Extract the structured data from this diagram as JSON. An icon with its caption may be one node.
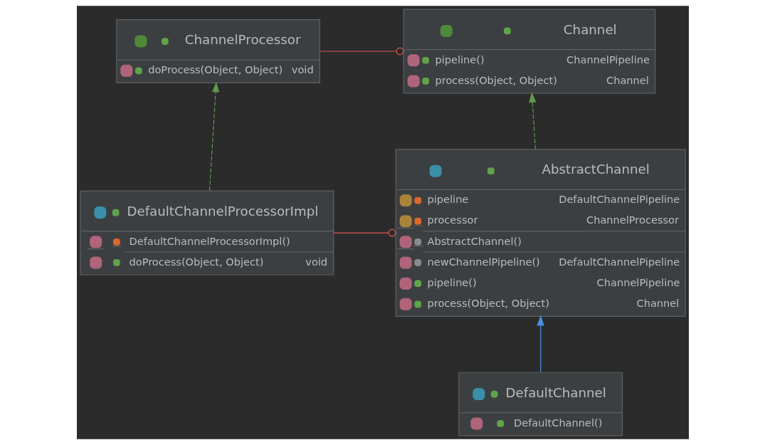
{
  "diagram": {
    "nodes": [
      {
        "text": [
          "ChannelProcessor",
          "doProcess(Object, Object)",
          "void"
        ]
      },
      {
        "text": [
          "Channel",
          "pipeline()",
          "ChannelPipeline",
          "process(Object, Object)",
          "Channel"
        ]
      },
      {
        "text": [
          "DefaultChannelProcessorImpl",
          "DefaultChannelProcessorImpl()",
          "doProcess(Object, Object)",
          "void"
        ]
      },
      {
        "text": [
          "AbstractChannel",
          "pipeline",
          "DefaultChannelPipeline",
          "processor",
          "ChannelProcessor",
          "AbstractChannel()",
          "newChannelPipeline()",
          "DefaultChannelPipeline",
          "pipeline()",
          "ChannelPipeline",
          "process(Object, Object)",
          "Channel"
        ]
      },
      {
        "text": [
          "DefaultChannel",
          "DefaultChannel()"
        ]
      }
    ],
    "edges": [
      {
        "from": 2,
        "to": 0,
        "arrow": "to",
        "style": "dashed",
        "color": "#5f9a4a"
      },
      {
        "from": 3,
        "to": 1,
        "arrow": "to",
        "style": "dashed",
        "color": "#5f9a4a"
      },
      {
        "from": 4,
        "to": 3,
        "arrow": "to",
        "color": "#4a8fe0"
      },
      {
        "from": 0,
        "to": 1,
        "arrow": "other",
        "color": "#e05555"
      },
      {
        "from": 2,
        "to": 3,
        "arrow": "other",
        "color": "#e05555"
      }
    ]
  }
}
